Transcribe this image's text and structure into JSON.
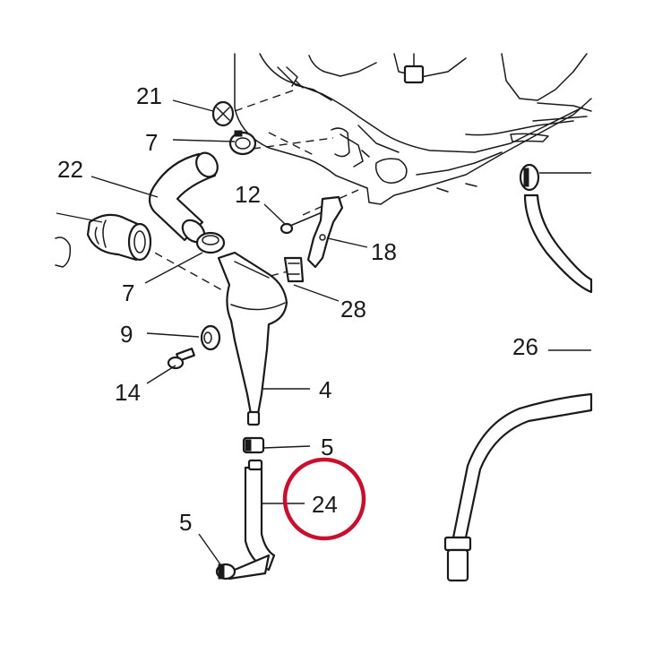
{
  "labels": {
    "p21": "21",
    "p7a": "7",
    "p22": "22",
    "p12": "12",
    "p18": "18",
    "p7b": "7",
    "p28": "28",
    "p9": "9",
    "p14": "14",
    "p4": "4",
    "p26": "26",
    "p5a": "5",
    "p24": "24",
    "p5b": "5"
  },
  "highlight": {
    "target": "24",
    "color": "#c8102e"
  }
}
